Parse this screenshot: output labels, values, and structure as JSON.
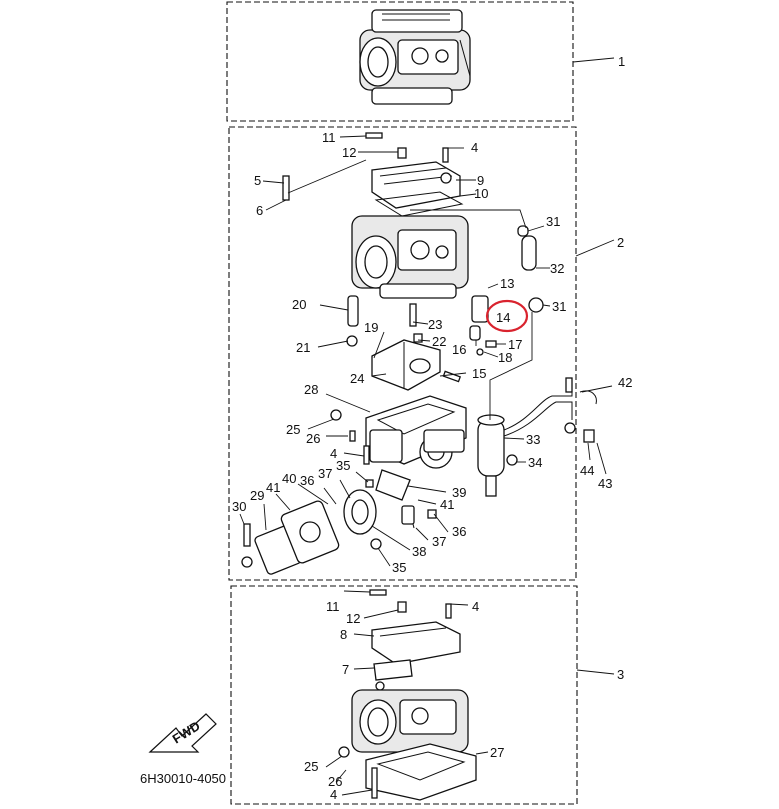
{
  "callouts": [
    {
      "n": "1"
    },
    {
      "n": "2"
    },
    {
      "n": "3"
    },
    {
      "n": "11"
    },
    {
      "n": "12"
    },
    {
      "n": "4"
    },
    {
      "n": "9"
    },
    {
      "n": "10"
    },
    {
      "n": "5"
    },
    {
      "n": "6"
    },
    {
      "n": "31"
    },
    {
      "n": "32"
    },
    {
      "n": "13"
    },
    {
      "n": "31"
    },
    {
      "n": "20"
    },
    {
      "n": "23"
    },
    {
      "n": "14"
    },
    {
      "n": "19"
    },
    {
      "n": "22"
    },
    {
      "n": "16"
    },
    {
      "n": "17"
    },
    {
      "n": "18"
    },
    {
      "n": "21"
    },
    {
      "n": "24"
    },
    {
      "n": "15"
    },
    {
      "n": "28"
    },
    {
      "n": "42"
    },
    {
      "n": "25"
    },
    {
      "n": "26"
    },
    {
      "n": "33"
    },
    {
      "n": "4"
    },
    {
      "n": "44"
    },
    {
      "n": "43"
    },
    {
      "n": "35"
    },
    {
      "n": "34"
    },
    {
      "n": "40"
    },
    {
      "n": "37"
    },
    {
      "n": "36"
    },
    {
      "n": "41"
    },
    {
      "n": "39"
    },
    {
      "n": "30"
    },
    {
      "n": "29"
    },
    {
      "n": "41"
    },
    {
      "n": "36"
    },
    {
      "n": "37"
    },
    {
      "n": "38"
    },
    {
      "n": "35"
    },
    {
      "n": "11"
    },
    {
      "n": "4"
    },
    {
      "n": "12"
    },
    {
      "n": "8"
    },
    {
      "n": "7"
    },
    {
      "n": "27"
    },
    {
      "n": "25"
    },
    {
      "n": "26"
    },
    {
      "n": "4"
    }
  ],
  "highlighted_callout": "14",
  "highlight_color": "#d9232e",
  "fwd_label": "FWD",
  "drawing_code": "6H30010-4050"
}
